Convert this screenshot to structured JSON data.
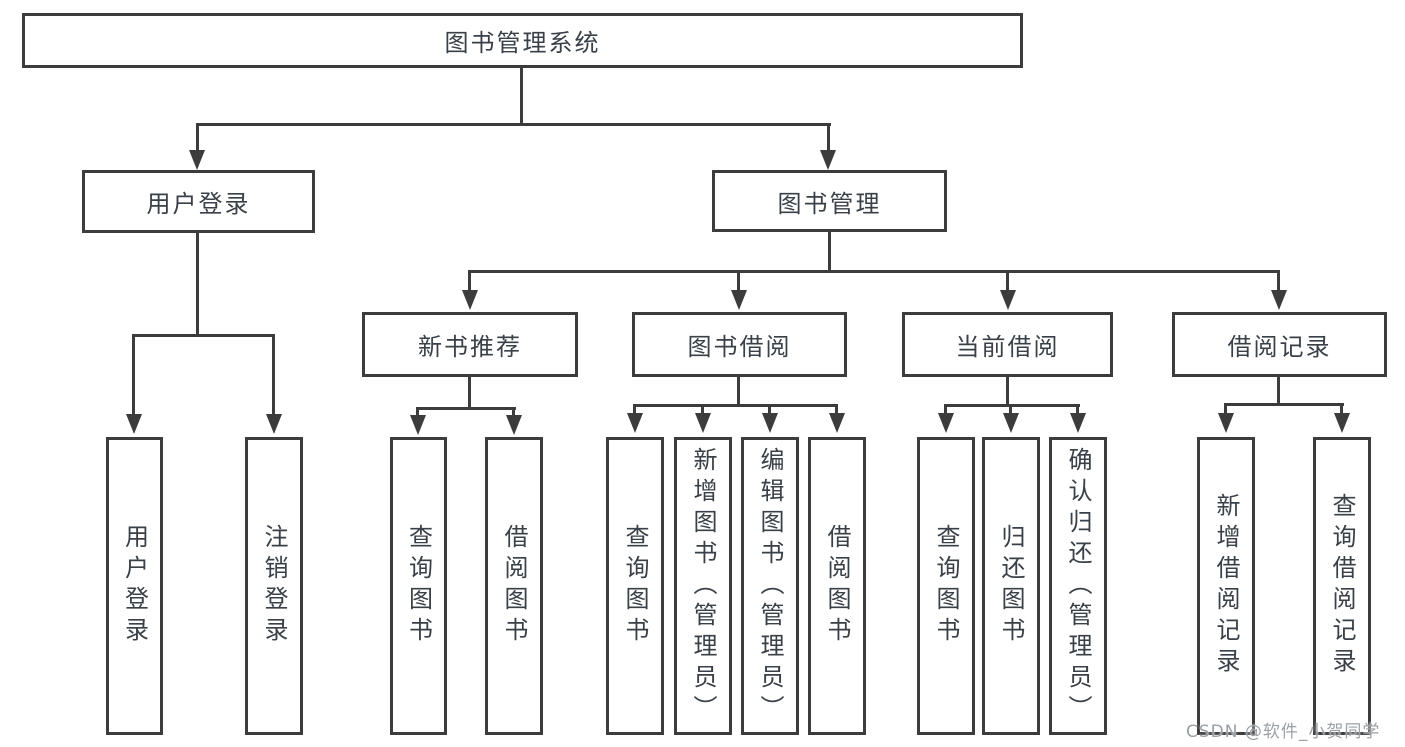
{
  "colors": {
    "line": "#3c3c3c",
    "box_border": "#3c3c3c",
    "text": "#3a4047",
    "background": "#ffffff",
    "watermark_text": "#9aa0a6"
  },
  "watermark": "CSDN @软件_小贺同学",
  "tree": {
    "root": {
      "label": "图书管理系统"
    },
    "branches": [
      {
        "label": "用户登录",
        "children": [
          {
            "label": "用户登录"
          },
          {
            "label": "注销登录"
          }
        ]
      },
      {
        "label": "图书管理",
        "children": [
          {
            "label": "新书推荐",
            "children": [
              {
                "label": "查询图书"
              },
              {
                "label": "借阅图书"
              }
            ]
          },
          {
            "label": "图书借阅",
            "children": [
              {
                "label": "查询图书"
              },
              {
                "label": "新增图书（管理员）"
              },
              {
                "label": "编辑图书（管理员）"
              },
              {
                "label": "借阅图书"
              }
            ]
          },
          {
            "label": "当前借阅",
            "children": [
              {
                "label": "查询图书"
              },
              {
                "label": "归还图书"
              },
              {
                "label": "确认归还（管理员）"
              }
            ]
          },
          {
            "label": "借阅记录",
            "children": [
              {
                "label": "新增借阅记录"
              },
              {
                "label": "查询借阅记录"
              }
            ]
          }
        ]
      }
    ]
  }
}
